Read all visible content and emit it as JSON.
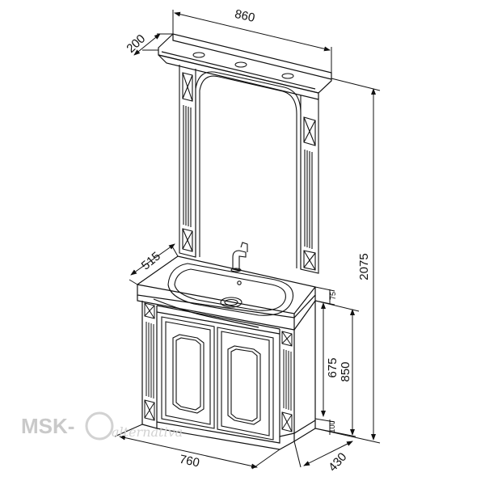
{
  "dimensions": {
    "top_width": "860",
    "top_depth": "200",
    "total_height": "2075",
    "basin_depth": "515",
    "bottom_width": "760",
    "bottom_depth": "430",
    "counter_thickness": "75",
    "cabinet_height": "675",
    "overall_cabinet_height": "850",
    "plinth_height": "100"
  },
  "watermark": {
    "brand": "MSK-",
    "script": "alternativa"
  },
  "colors": {
    "line": "#111111",
    "watermark": "#c9c9c9"
  }
}
